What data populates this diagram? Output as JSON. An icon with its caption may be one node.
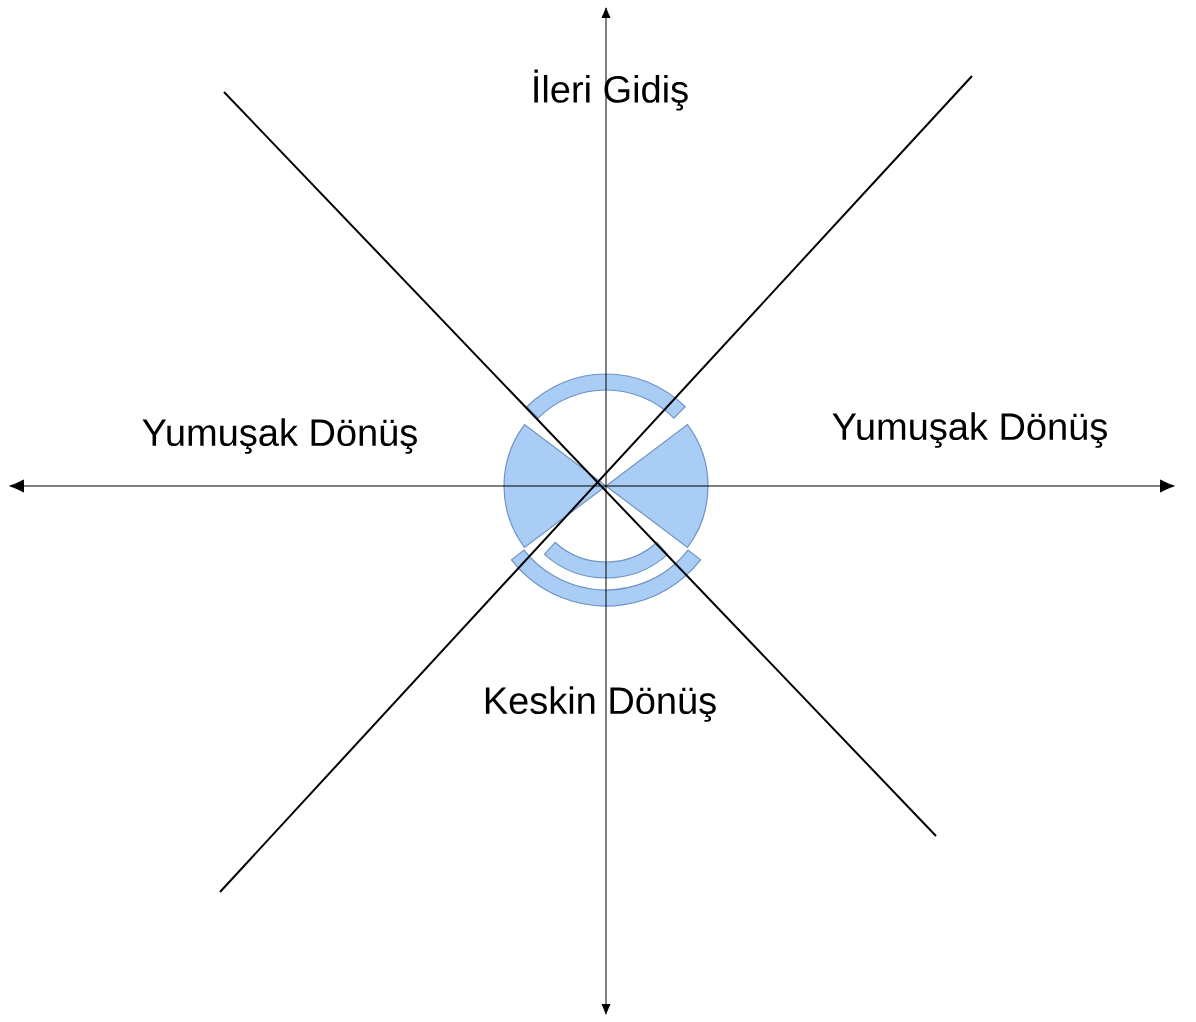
{
  "diagram": {
    "labels": [
      "İleri Gidiş",
      "Yumuşak Dönüş",
      "Yumuşak Dönüş",
      "Keskin Dönüş"
    ]
  }
}
